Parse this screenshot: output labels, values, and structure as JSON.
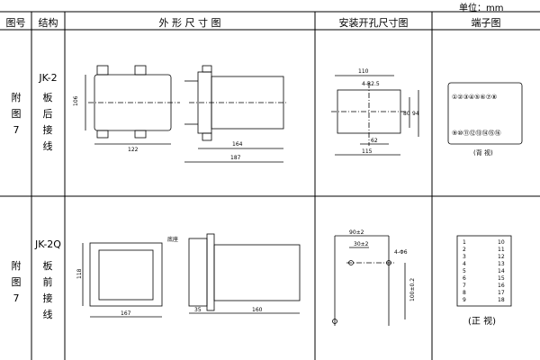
{
  "unit_label": "单位：mm",
  "headers": {
    "fig_no": "图号",
    "structure": "结构",
    "outline": "外 形 尺 寸 图",
    "cutout": "安装开孔尺寸图",
    "terminal": "端子图"
  },
  "rows": [
    {
      "fig_chars": [
        "附",
        "图",
        "7"
      ],
      "model": "JK-2",
      "structure_chars": [
        "板",
        "后",
        "接",
        "线"
      ],
      "outline_dims": {
        "height": "106",
        "width": "122",
        "depth": "164",
        "total": "187"
      },
      "cutout_dims": {
        "top": "110",
        "holes": "4-R2.5",
        "h_inner": "80",
        "h_outer": "94",
        "inner": "62",
        "bottom": "115"
      },
      "terminal_top": [
        "①",
        "②",
        "③",
        "④",
        "⑤",
        "⑥",
        "⑦",
        "⑧"
      ],
      "terminal_bottom": [
        "⑨",
        "⑩",
        "⑪",
        "⑫",
        "⑬",
        "⑭",
        "⑮",
        "⑯"
      ],
      "terminal_caption": "(背 视)"
    },
    {
      "fig_chars": [
        "附",
        "图",
        "7"
      ],
      "model": "JK-2Q",
      "structure_chars": [
        "板",
        "前",
        "接",
        "线"
      ],
      "outline_dims": {
        "height": "118",
        "width": "167",
        "plate": "35",
        "depth": "160",
        "bracket_label": "底座"
      },
      "cutout_dims": {
        "top": "90±2",
        "mid": "30±2",
        "holes": "4-Φ6",
        "vertical": "100±0.2"
      },
      "terminal_left": [
        "1",
        "2",
        "3",
        "4",
        "5",
        "6",
        "7",
        "8",
        "9"
      ],
      "terminal_right": [
        "10",
        "11",
        "12",
        "13",
        "14",
        "15",
        "16",
        "17",
        "18"
      ],
      "terminal_caption": "(正 视)"
    }
  ]
}
